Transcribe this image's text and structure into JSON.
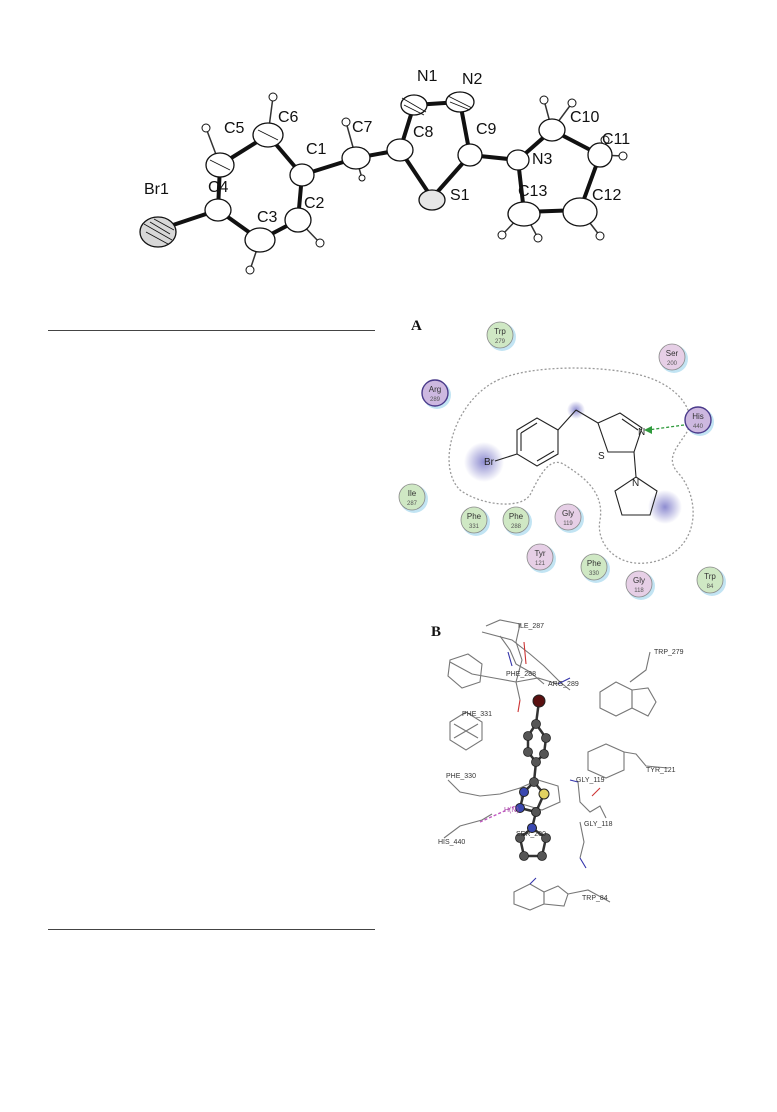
{
  "ortep_labels": {
    "br1": "Br1",
    "c1": "C1",
    "c2": "C2",
    "c3": "C3",
    "c4": "C4",
    "c5": "C5",
    "c6": "C6",
    "c7": "C7",
    "c8": "C8",
    "c9": "C9",
    "c10": "C10",
    "c11": "C11",
    "c12": "C12",
    "c13": "C13",
    "n1": "N1",
    "n2": "N2",
    "n3": "N3",
    "s1": "S1"
  },
  "panel_a": {
    "letter": "A",
    "ligand_atoms": {
      "br": "Br",
      "s": "S",
      "n_ring": "N",
      "n_pyr": "N"
    },
    "residues": [
      {
        "name": "Trp",
        "num": "279",
        "type": "hydrophobic"
      },
      {
        "name": "Ser",
        "num": "200",
        "type": "polar"
      },
      {
        "name": "Arg",
        "num": "289",
        "type": "charged"
      },
      {
        "name": "His",
        "num": "440",
        "type": "charged"
      },
      {
        "name": "Ile",
        "num": "287",
        "type": "hydrophobic"
      },
      {
        "name": "Phe",
        "num": "331",
        "type": "hydrophobic"
      },
      {
        "name": "Phe",
        "num": "288",
        "type": "hydrophobic"
      },
      {
        "name": "Gly",
        "num": "119",
        "type": "polar"
      },
      {
        "name": "Tyr",
        "num": "121",
        "type": "polar"
      },
      {
        "name": "Phe",
        "num": "330",
        "type": "hydrophobic"
      },
      {
        "name": "Gly",
        "num": "118",
        "type": "polar"
      },
      {
        "name": "Trp",
        "num": "84",
        "type": "hydrophobic"
      }
    ],
    "colors": {
      "hydrophobic": "#cfe8c4",
      "polar": "#e6cfe6",
      "charged": "#cdb8e0",
      "hbond": "#2f9a3c"
    }
  },
  "panel_b": {
    "letter": "B",
    "labels": {
      "ile287": "ILE_287",
      "phe288": "PHE_288",
      "arg289": "ARG_289",
      "trp279": "TRP_279",
      "phe331": "PHE_331",
      "phe330": "PHE_330",
      "gly119": "GLY_119",
      "tyr121": "TYR_121",
      "gly118": "GLY_118",
      "his440": "HIS_440",
      "ser200": "SER_200",
      "trp84": "TRP_84",
      "hbond_tag": "H(N)"
    }
  }
}
